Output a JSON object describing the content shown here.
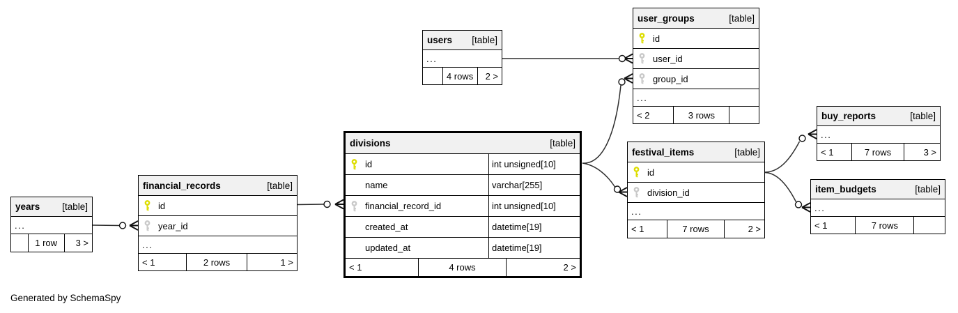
{
  "diagram": {
    "footer_note": "Generated by SchemaSpy"
  },
  "colors": {
    "primary_key": "#dddd00",
    "foreign_key": "#c9c9c9",
    "header_bg": "#f1f1f1",
    "border": "#000000",
    "edge": "#2e2e2e"
  },
  "entities": [
    {
      "id": "users",
      "name": "users",
      "tag": "[table]",
      "emphasized": false,
      "columns": [
        {
          "label": "..."
        }
      ],
      "footer": {
        "left": "",
        "center": "4 rows",
        "right": "2 >"
      }
    },
    {
      "id": "user_groups",
      "name": "user_groups",
      "tag": "[table]",
      "emphasized": false,
      "columns": [
        {
          "label": "id",
          "key": "pk"
        },
        {
          "label": "user_id",
          "key": "fk"
        },
        {
          "label": "group_id",
          "key": "fk"
        },
        {
          "label": "..."
        }
      ],
      "footer": {
        "left": "< 2",
        "center": "3 rows",
        "right": ""
      }
    },
    {
      "id": "buy_reports",
      "name": "buy_reports",
      "tag": "[table]",
      "emphasized": false,
      "columns": [
        {
          "label": "..."
        }
      ],
      "footer": {
        "left": "< 1",
        "center": "7 rows",
        "right": "3 >"
      }
    },
    {
      "id": "festival_items",
      "name": "festival_items",
      "tag": "[table]",
      "emphasized": false,
      "columns": [
        {
          "label": "id",
          "key": "pk"
        },
        {
          "label": "division_id",
          "key": "fk"
        },
        {
          "label": "..."
        }
      ],
      "footer": {
        "left": "< 1",
        "center": "7 rows",
        "right": "2 >"
      }
    },
    {
      "id": "item_budgets",
      "name": "item_budgets",
      "tag": "[table]",
      "emphasized": false,
      "columns": [
        {
          "label": "..."
        }
      ],
      "footer": {
        "left": "< 1",
        "center": "7 rows",
        "right": ""
      }
    },
    {
      "id": "divisions",
      "name": "divisions",
      "tag": "[table]",
      "emphasized": true,
      "columns": [
        {
          "label": "id",
          "key": "pk",
          "type": "int unsigned[10]"
        },
        {
          "label": "name",
          "type": "varchar[255]"
        },
        {
          "label": "financial_record_id",
          "key": "fk",
          "type": "int unsigned[10]"
        },
        {
          "label": "created_at",
          "type": "datetime[19]"
        },
        {
          "label": "updated_at",
          "type": "datetime[19]"
        }
      ],
      "footer": {
        "left": "< 1",
        "center": "4 rows",
        "right": "2 >"
      }
    },
    {
      "id": "financial_records",
      "name": "financial_records",
      "tag": "[table]",
      "emphasized": false,
      "columns": [
        {
          "label": "id",
          "key": "pk"
        },
        {
          "label": "year_id",
          "key": "fk"
        },
        {
          "label": "..."
        }
      ],
      "footer": {
        "left": "< 1",
        "center": "2 rows",
        "right": "1 >"
      }
    },
    {
      "id": "years",
      "name": "years",
      "tag": "[table]",
      "emphasized": false,
      "columns": [
        {
          "label": "..."
        }
      ],
      "footer": {
        "left": "",
        "center": "1 row",
        "right": "3 >"
      }
    }
  ],
  "relationships": [
    {
      "from_table": "users",
      "from_column": "",
      "to_table": "user_groups",
      "to_column": "user_id",
      "marker": "zero-or-many"
    },
    {
      "from_table": "divisions",
      "from_column": "id",
      "to_table": "user_groups",
      "to_column": "group_id",
      "marker": "zero-or-many"
    },
    {
      "from_table": "divisions",
      "from_column": "id",
      "to_table": "festival_items",
      "to_column": "division_id",
      "marker": "zero-or-many"
    },
    {
      "from_table": "financial_records",
      "from_column": "id",
      "to_table": "divisions",
      "to_column": "financial_record_id",
      "marker": "zero-or-many"
    },
    {
      "from_table": "years",
      "from_column": "",
      "to_table": "financial_records",
      "to_column": "year_id",
      "marker": "zero-or-many"
    },
    {
      "from_table": "festival_items",
      "from_column": "id",
      "to_table": "buy_reports",
      "to_column": "",
      "marker": "zero-or-many"
    },
    {
      "from_table": "festival_items",
      "from_column": "id",
      "to_table": "item_budgets",
      "to_column": "",
      "marker": "zero-or-many"
    }
  ]
}
